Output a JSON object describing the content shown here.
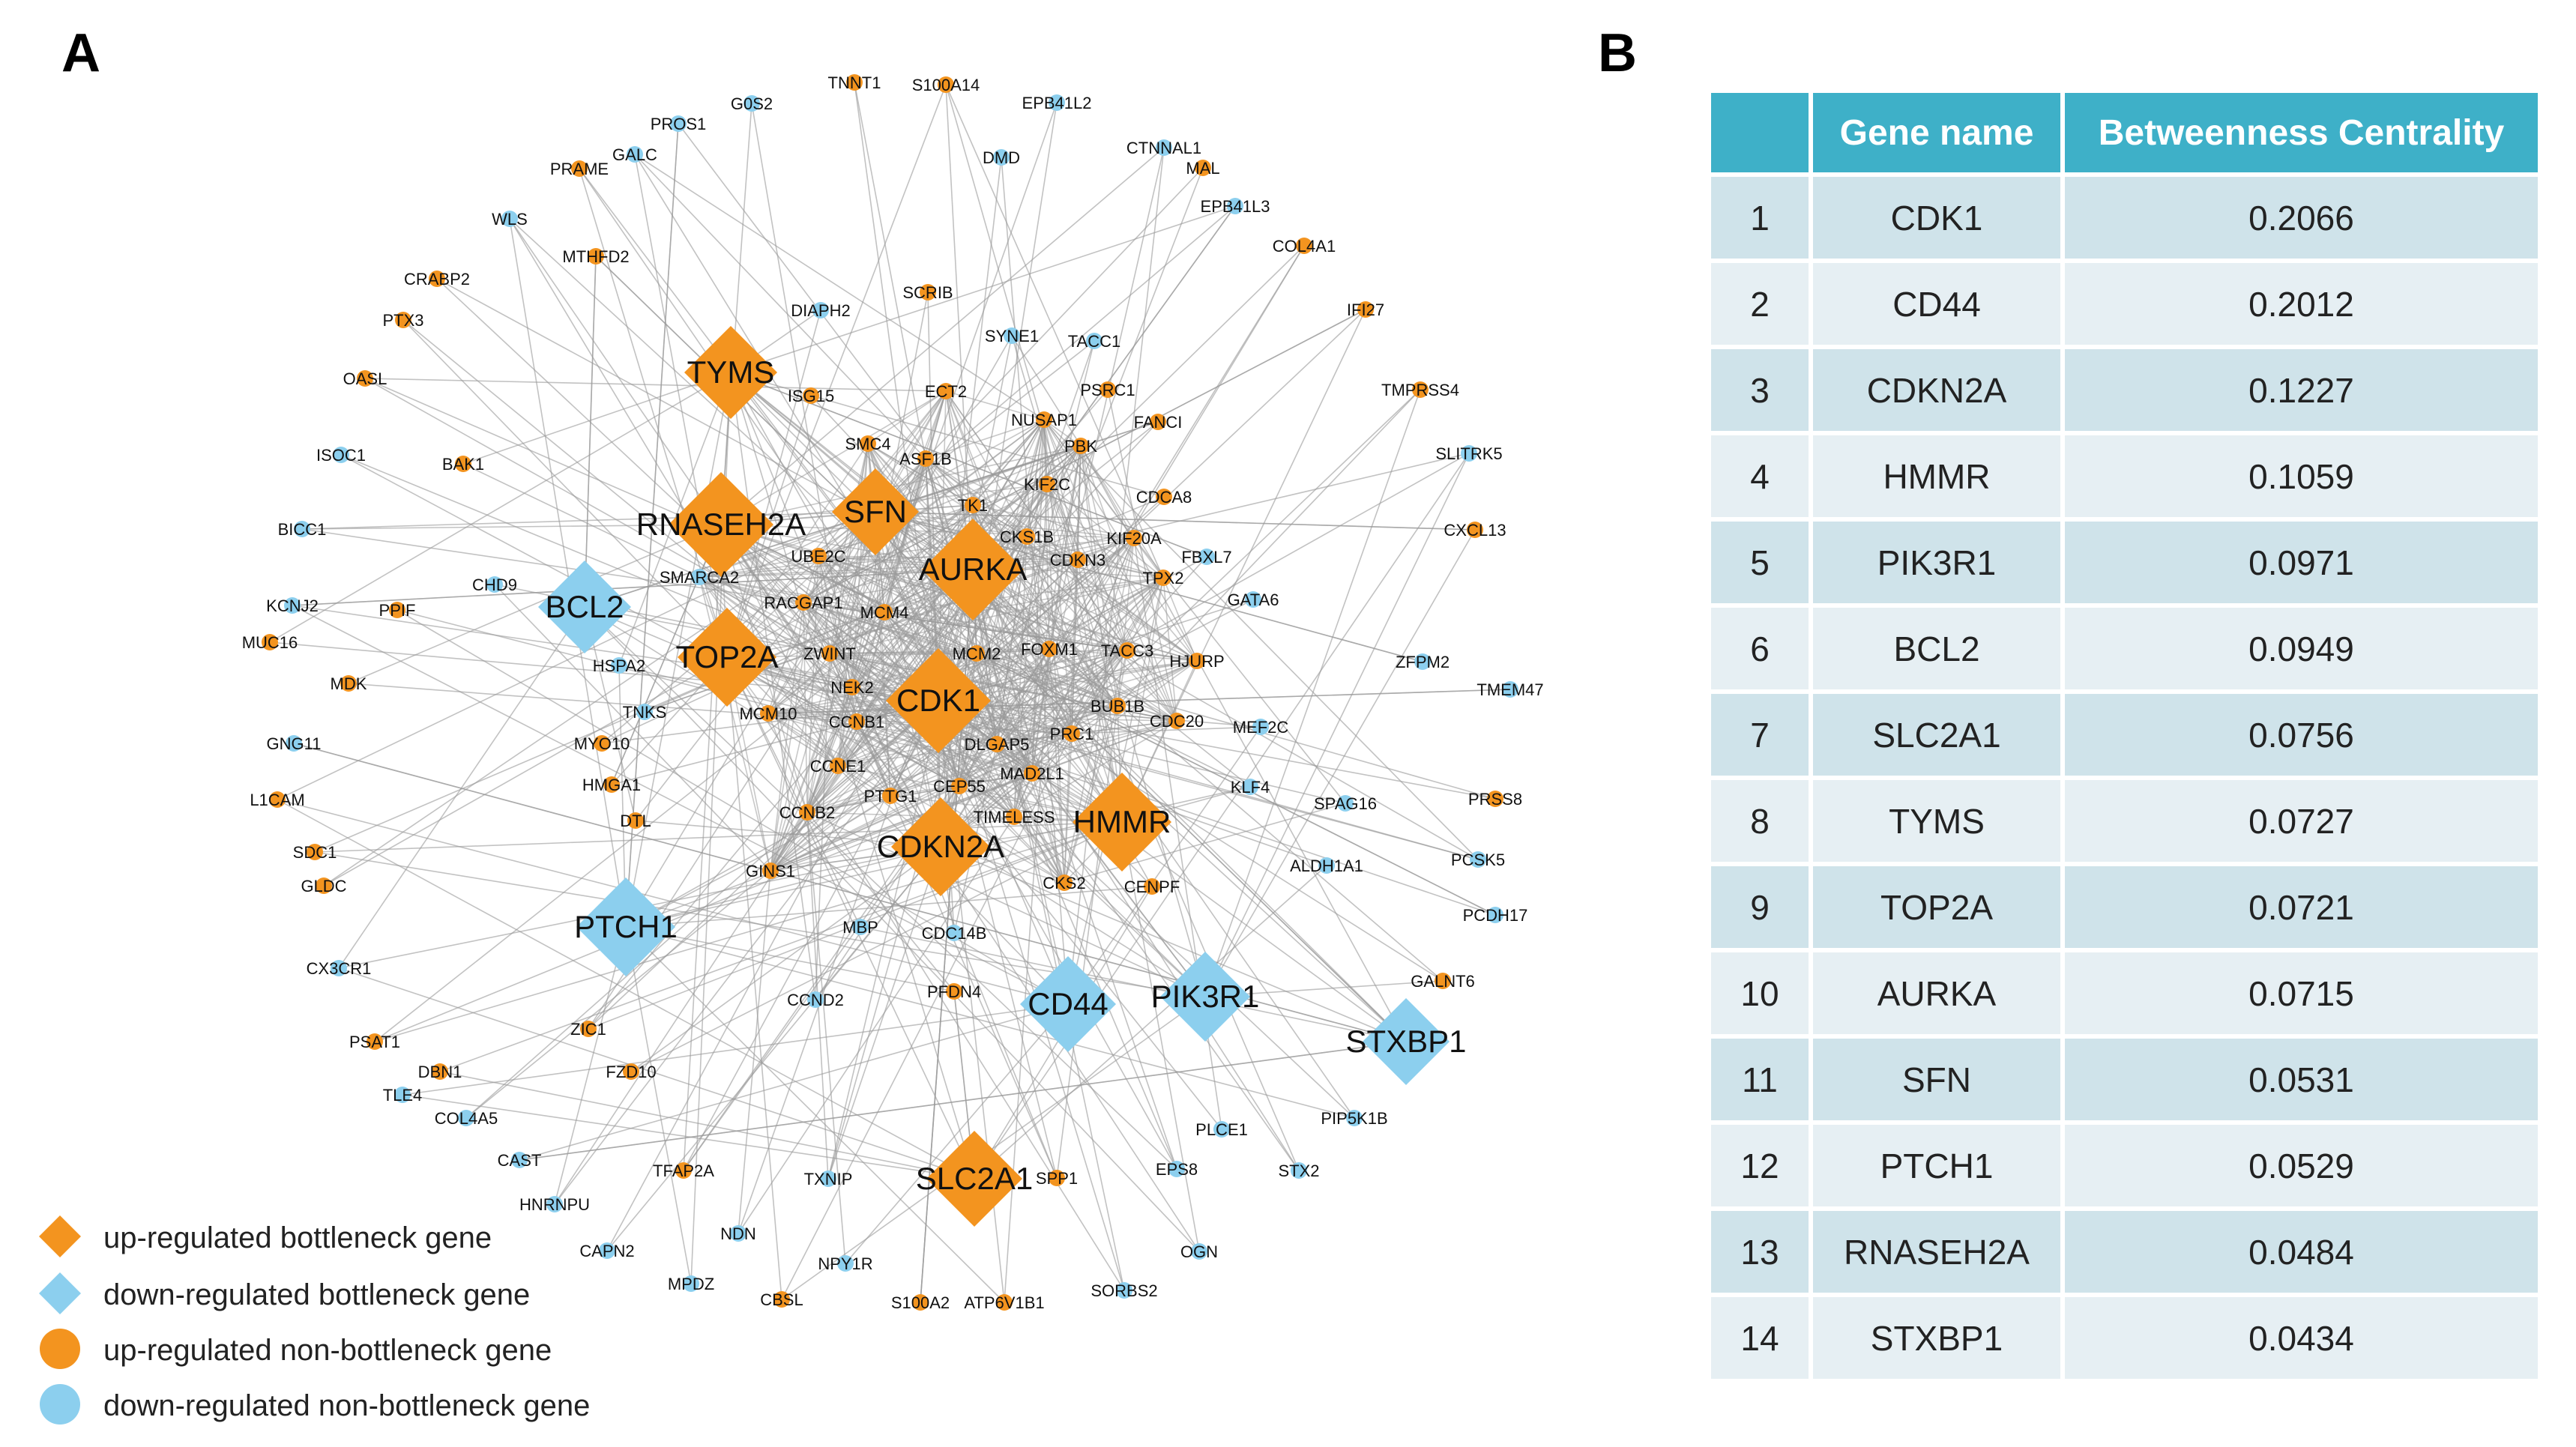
{
  "panels": {
    "left": "A",
    "right": "B"
  },
  "colors": {
    "up": "#f3941f",
    "down": "#8ccfee",
    "edge": "#9a9a9a",
    "header_bg": "#3eb0c8",
    "row_odd": "#cfe3ea",
    "row_even": "#e6eff3"
  },
  "legend": [
    {
      "shape": "diamond",
      "color": "#f3941f",
      "label": "up-regulated bottleneck gene"
    },
    {
      "shape": "diamond",
      "color": "#8ccfee",
      "label": "down-regulated bottleneck gene"
    },
    {
      "shape": "circle",
      "color": "#f3941f",
      "label": "up-regulated non-bottleneck gene"
    },
    {
      "shape": "circle",
      "color": "#8ccfee",
      "label": "down-regulated non-bottleneck gene"
    }
  ],
  "network": {
    "bottleneck": [
      {
        "name": "CDK1",
        "reg": "up"
      },
      {
        "name": "AURKA",
        "reg": "up"
      },
      {
        "name": "TYMS",
        "reg": "up"
      },
      {
        "name": "RNASEH2A",
        "reg": "up"
      },
      {
        "name": "SFN",
        "reg": "up"
      },
      {
        "name": "TOP2A",
        "reg": "up"
      },
      {
        "name": "HMMR",
        "reg": "up"
      },
      {
        "name": "CDKN2A",
        "reg": "up"
      },
      {
        "name": "SLC2A1",
        "reg": "up"
      },
      {
        "name": "BCL2",
        "reg": "down"
      },
      {
        "name": "PTCH1",
        "reg": "down"
      },
      {
        "name": "CD44",
        "reg": "down"
      },
      {
        "name": "PIK3R1",
        "reg": "down"
      },
      {
        "name": "STXBP1",
        "reg": "down"
      }
    ],
    "genes": [
      {
        "name": "TNNT1",
        "reg": "up"
      },
      {
        "name": "S100A14",
        "reg": "up"
      },
      {
        "name": "EPB41L2",
        "reg": "down"
      },
      {
        "name": "G0S2",
        "reg": "down"
      },
      {
        "name": "PROS1",
        "reg": "down"
      },
      {
        "name": "GALC",
        "reg": "down"
      },
      {
        "name": "PRAME",
        "reg": "up"
      },
      {
        "name": "DMD",
        "reg": "down"
      },
      {
        "name": "CTNNAL1",
        "reg": "down"
      },
      {
        "name": "MAL",
        "reg": "up"
      },
      {
        "name": "EPB41L3",
        "reg": "down"
      },
      {
        "name": "WLS",
        "reg": "down"
      },
      {
        "name": "MTHFD2",
        "reg": "up"
      },
      {
        "name": "COL4A1",
        "reg": "up"
      },
      {
        "name": "CRABP2",
        "reg": "up"
      },
      {
        "name": "SCRIB",
        "reg": "up"
      },
      {
        "name": "PTX3",
        "reg": "up"
      },
      {
        "name": "DIAPH2",
        "reg": "down"
      },
      {
        "name": "IFI27",
        "reg": "up"
      },
      {
        "name": "SYNE1",
        "reg": "down"
      },
      {
        "name": "TACC1",
        "reg": "down"
      },
      {
        "name": "OASL",
        "reg": "up"
      },
      {
        "name": "ISG15",
        "reg": "up"
      },
      {
        "name": "ECT2",
        "reg": "up"
      },
      {
        "name": "PSRC1",
        "reg": "up"
      },
      {
        "name": "TMPRSS4",
        "reg": "up"
      },
      {
        "name": "FANCI",
        "reg": "up"
      },
      {
        "name": "NUSAP1",
        "reg": "up"
      },
      {
        "name": "ISOC1",
        "reg": "down"
      },
      {
        "name": "SMC4",
        "reg": "up"
      },
      {
        "name": "PBK",
        "reg": "up"
      },
      {
        "name": "SLITRK5",
        "reg": "down"
      },
      {
        "name": "BAK1",
        "reg": "up"
      },
      {
        "name": "ASF1B",
        "reg": "up"
      },
      {
        "name": "KIF2C",
        "reg": "up"
      },
      {
        "name": "CDCA8",
        "reg": "up"
      },
      {
        "name": "TK1",
        "reg": "up"
      },
      {
        "name": "BICC1",
        "reg": "down"
      },
      {
        "name": "CXCL13",
        "reg": "up"
      },
      {
        "name": "CKS1B",
        "reg": "up"
      },
      {
        "name": "KIF20A",
        "reg": "up"
      },
      {
        "name": "FBXL7",
        "reg": "down"
      },
      {
        "name": "UBE2C",
        "reg": "up"
      },
      {
        "name": "CDKN3",
        "reg": "up"
      },
      {
        "name": "SMARCA2",
        "reg": "down"
      },
      {
        "name": "TPX2",
        "reg": "up"
      },
      {
        "name": "CHD9",
        "reg": "down"
      },
      {
        "name": "KCNJ2",
        "reg": "down"
      },
      {
        "name": "PPIF",
        "reg": "up"
      },
      {
        "name": "RACGAP1",
        "reg": "up"
      },
      {
        "name": "MCM4",
        "reg": "up"
      },
      {
        "name": "GATA6",
        "reg": "down"
      },
      {
        "name": "MUC16",
        "reg": "up"
      },
      {
        "name": "ZWINT",
        "reg": "up"
      },
      {
        "name": "MCM2",
        "reg": "up"
      },
      {
        "name": "FOXM1",
        "reg": "up"
      },
      {
        "name": "TACC3",
        "reg": "up"
      },
      {
        "name": "HJURP",
        "reg": "up"
      },
      {
        "name": "HSPA2",
        "reg": "down"
      },
      {
        "name": "ZFPM2",
        "reg": "down"
      },
      {
        "name": "MDK",
        "reg": "up"
      },
      {
        "name": "NEK2",
        "reg": "up"
      },
      {
        "name": "TMEM47",
        "reg": "down"
      },
      {
        "name": "TNKS",
        "reg": "down"
      },
      {
        "name": "MCM10",
        "reg": "up"
      },
      {
        "name": "CCNB1",
        "reg": "up"
      },
      {
        "name": "BUB1B",
        "reg": "up"
      },
      {
        "name": "CDC20",
        "reg": "up"
      },
      {
        "name": "MEF2C",
        "reg": "down"
      },
      {
        "name": "GNG11",
        "reg": "down"
      },
      {
        "name": "MYO10",
        "reg": "up"
      },
      {
        "name": "DLGAP5",
        "reg": "up"
      },
      {
        "name": "PRC1",
        "reg": "up"
      },
      {
        "name": "CCNE1",
        "reg": "up"
      },
      {
        "name": "MAD2L1",
        "reg": "up"
      },
      {
        "name": "HMGA1",
        "reg": "up"
      },
      {
        "name": "CEP55",
        "reg": "up"
      },
      {
        "name": "KLF4",
        "reg": "down"
      },
      {
        "name": "L1CAM",
        "reg": "up"
      },
      {
        "name": "PTTG1",
        "reg": "up"
      },
      {
        "name": "SPAG16",
        "reg": "down"
      },
      {
        "name": "PRSS8",
        "reg": "up"
      },
      {
        "name": "DTL",
        "reg": "up"
      },
      {
        "name": "CCNB2",
        "reg": "up"
      },
      {
        "name": "TIMELESS",
        "reg": "up"
      },
      {
        "name": "SDC1",
        "reg": "up"
      },
      {
        "name": "PCSK5",
        "reg": "down"
      },
      {
        "name": "ALDH1A1",
        "reg": "down"
      },
      {
        "name": "GINS1",
        "reg": "up"
      },
      {
        "name": "GLDC",
        "reg": "up"
      },
      {
        "name": "CKS2",
        "reg": "up"
      },
      {
        "name": "CENPF",
        "reg": "up"
      },
      {
        "name": "PCDH17",
        "reg": "down"
      },
      {
        "name": "MBP",
        "reg": "down"
      },
      {
        "name": "CDC14B",
        "reg": "down"
      },
      {
        "name": "CX3CR1",
        "reg": "down"
      },
      {
        "name": "GALNT6",
        "reg": "up"
      },
      {
        "name": "CCND2",
        "reg": "down"
      },
      {
        "name": "PFDN4",
        "reg": "up"
      },
      {
        "name": "PSAT1",
        "reg": "up"
      },
      {
        "name": "ZIC1",
        "reg": "up"
      },
      {
        "name": "DBN1",
        "reg": "up"
      },
      {
        "name": "FZD10",
        "reg": "up"
      },
      {
        "name": "TLE4",
        "reg": "down"
      },
      {
        "name": "PIP5K1B",
        "reg": "down"
      },
      {
        "name": "COL4A5",
        "reg": "down"
      },
      {
        "name": "PLCE1",
        "reg": "down"
      },
      {
        "name": "CAST",
        "reg": "down"
      },
      {
        "name": "TFAP2A",
        "reg": "up"
      },
      {
        "name": "TXNIP",
        "reg": "down"
      },
      {
        "name": "SPP1",
        "reg": "up"
      },
      {
        "name": "EPS8",
        "reg": "down"
      },
      {
        "name": "STX2",
        "reg": "down"
      },
      {
        "name": "HNRNPU",
        "reg": "down"
      },
      {
        "name": "NDN",
        "reg": "down"
      },
      {
        "name": "CAPN2",
        "reg": "down"
      },
      {
        "name": "OGN",
        "reg": "down"
      },
      {
        "name": "NPY1R",
        "reg": "down"
      },
      {
        "name": "MPDZ",
        "reg": "down"
      },
      {
        "name": "CBSL",
        "reg": "up"
      },
      {
        "name": "S100A2",
        "reg": "up"
      },
      {
        "name": "ATP6V1B1",
        "reg": "up"
      },
      {
        "name": "SORBS2",
        "reg": "down"
      }
    ]
  },
  "table": {
    "headers": [
      "",
      "Gene name",
      "Betweenness Centrality"
    ],
    "rows": [
      [
        "1",
        "CDK1",
        "0.2066"
      ],
      [
        "2",
        "CD44",
        "0.2012"
      ],
      [
        "3",
        "CDKN2A",
        "0.1227"
      ],
      [
        "4",
        "HMMR",
        "0.1059"
      ],
      [
        "5",
        "PIK3R1",
        "0.0971"
      ],
      [
        "6",
        "BCL2",
        "0.0949"
      ],
      [
        "7",
        "SLC2A1",
        "0.0756"
      ],
      [
        "8",
        "TYMS",
        "0.0727"
      ],
      [
        "9",
        "TOP2A",
        "0.0721"
      ],
      [
        "10",
        "AURKA",
        "0.0715"
      ],
      [
        "11",
        "SFN",
        "0.0531"
      ],
      [
        "12",
        "PTCH1",
        "0.0529"
      ],
      [
        "13",
        "RNASEH2A",
        "0.0484"
      ],
      [
        "14",
        "STXBP1",
        "0.0434"
      ]
    ]
  }
}
